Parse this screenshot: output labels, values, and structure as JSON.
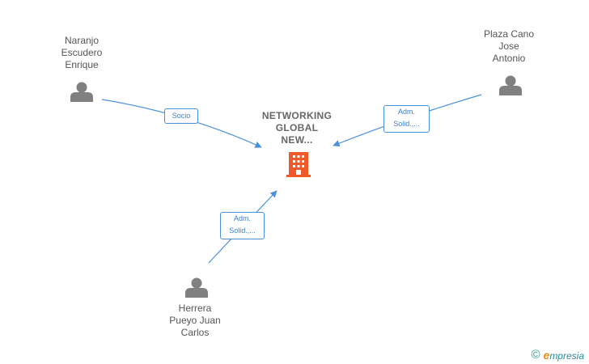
{
  "company": {
    "name": "NETWORKING\nGLOBAL\nNEW...",
    "color": "#f05a28"
  },
  "persons": [
    {
      "id": "naranjo",
      "name": "Naranjo\nEscudero\nEnrique"
    },
    {
      "id": "plaza",
      "name": "Plaza Cano\nJose\nAntonio"
    },
    {
      "id": "herrera",
      "name": "Herrera\nPueyo Juan\nCarlos"
    }
  ],
  "edges": [
    {
      "from": "naranjo",
      "label": "Socio"
    },
    {
      "from": "plaza",
      "label": "Adm.\nSolid.,..."
    },
    {
      "from": "herrera",
      "label": "Adm.\nSolid.,..."
    }
  ],
  "colors": {
    "edge": "#4a90d9",
    "person_icon": "#808080"
  },
  "footer": {
    "copyright_symbol": "©",
    "brand_initial": "e",
    "brand_rest": "mpresia"
  }
}
